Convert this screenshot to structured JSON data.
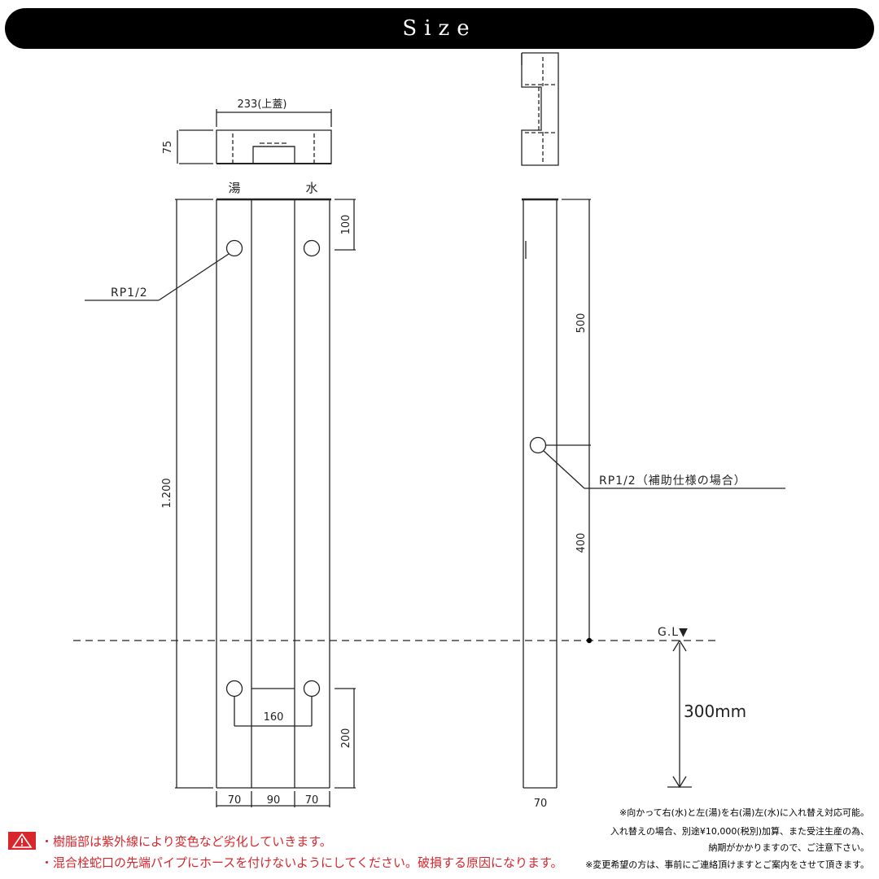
{
  "header": {
    "title": "Size"
  },
  "labels": {
    "top_width": "233(上蓋)",
    "top_height": "75",
    "hot": "湯",
    "cold": "水",
    "dim_100": "100",
    "rp_front": "RP1/2",
    "total_height": "1.200",
    "dim_160": "160",
    "dim_200": "200",
    "dim_70_left": "70",
    "dim_90": "90",
    "dim_70_right": "70",
    "dim_500": "500",
    "rp_side": "RP1/2（補助仕様の場合）",
    "dim_400": "400",
    "ground_level": "G.L▼",
    "burial_depth": "300mm",
    "side_width": "70"
  },
  "notes": {
    "warning_1": "・樹脂部は紫外線により変色など劣化していきます。",
    "warning_2": "・混合栓蛇口の先端パイプにホースを付けないようにしてください。破損する原因になります。",
    "info_1": "※向かって右(水)と左(湯)を右(湯)左(水)に入れ替え対応可能。",
    "info_2": "入れ替えの場合、別途¥10,000(税別)加算、また受注生産の為、",
    "info_3": "納期がかかりますので、ご注意下さい。",
    "info_4": "※変更希望の方は、事前にご連絡頂けますとご案内をさせて頂きます。"
  },
  "colors": {
    "header_bg": "#000000",
    "warning": "#d7262c",
    "line": "#222222"
  },
  "icons": {
    "warning": "warning-triangle-icon"
  }
}
